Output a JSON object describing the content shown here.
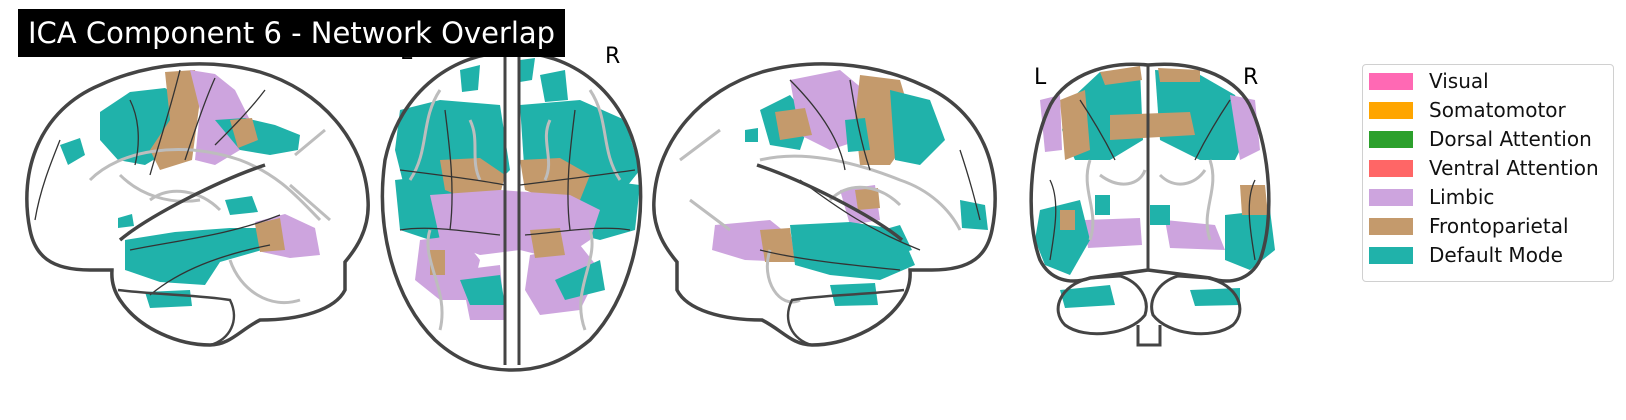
{
  "title": "ICA Component 6 - Network Overlap",
  "axial_labels": {
    "left": "L",
    "right": "R"
  },
  "coronal_labels": {
    "left": "L",
    "right": "R"
  },
  "legend": [
    {
      "label": "Visual",
      "color": "#ff69b4"
    },
    {
      "label": "Somatomotor",
      "color": "#ffa500"
    },
    {
      "label": "Dorsal Attention",
      "color": "#2ca02c"
    },
    {
      "label": "Ventral Attention",
      "color": "#ff6666"
    },
    {
      "label": "Limbic",
      "color": "#cda4de"
    },
    {
      "label": "Frontoparietal",
      "color": "#c49a6c"
    },
    {
      "label": "Default Mode",
      "color": "#20b2aa"
    }
  ]
}
